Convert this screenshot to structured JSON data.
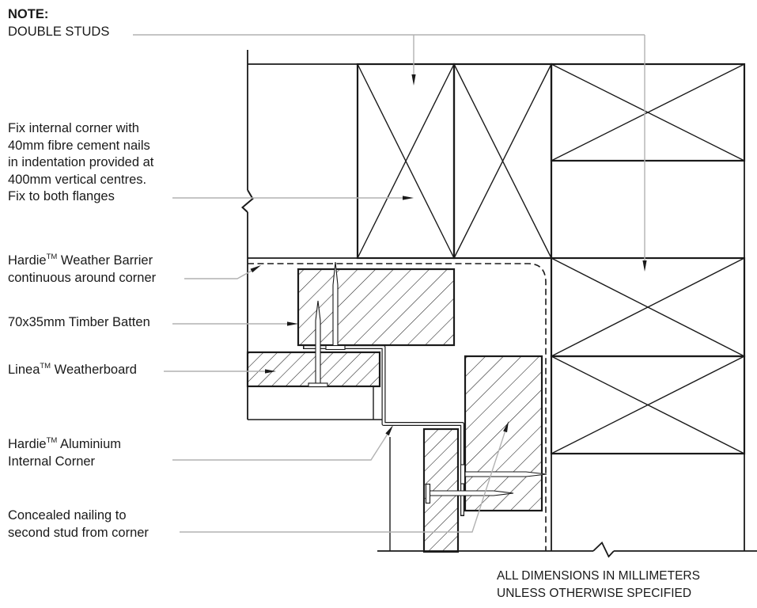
{
  "note": {
    "title": "NOTE:",
    "subtitle": "DOUBLE STUDS"
  },
  "callouts": {
    "fix_internal_corner": {
      "lines": [
        "Fix internal corner with",
        "40mm fibre cement nails",
        "in indentation provided at",
        "400mm vertical centres.",
        "Fix to both flanges"
      ]
    },
    "weather_barrier": {
      "brand": "Hardie",
      "trademark": "TM",
      "suffix": " Weather Barrier",
      "line2": "continuous around corner"
    },
    "timber_batten": {
      "text": "70x35mm Timber Batten"
    },
    "weatherboard": {
      "brand": "Linea",
      "trademark": "TM",
      "suffix": " Weatherboard"
    },
    "aluminium_internal_corner": {
      "brand": "Hardie",
      "trademark": "TM",
      "suffix": " Aluminium",
      "line2": "Internal Corner"
    },
    "concealed_nailing": {
      "lines": [
        "Concealed nailing to",
        "second stud from corner"
      ]
    }
  },
  "footer": {
    "lines": [
      "ALL DIMENSIONS IN MILLIMETERS",
      "UNLESS OTHERWISE SPECIFIED"
    ]
  },
  "drawing": {
    "colors": {
      "line": "#1a1a1a",
      "leader": "#b2b2b2",
      "background": "#ffffff"
    }
  }
}
